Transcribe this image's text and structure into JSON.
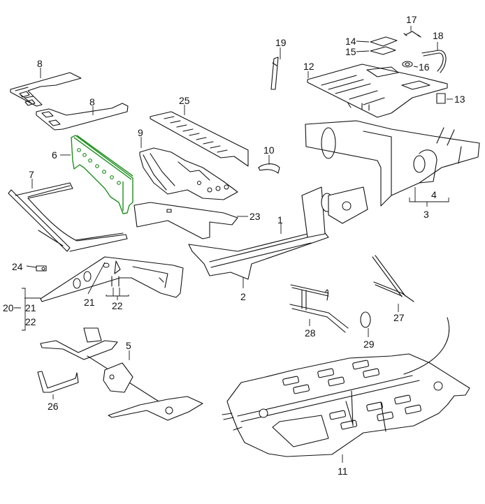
{
  "diagram": {
    "title": "Body floor and frame components — exploded view",
    "highlight_color": "#1f8f1f",
    "line_color": "#111111",
    "highlighted_part": "6",
    "callouts": [
      {
        "id": "p1",
        "number": "1"
      },
      {
        "id": "p2",
        "number": "2"
      },
      {
        "id": "p3",
        "number": "3"
      },
      {
        "id": "p4",
        "number": "4"
      },
      {
        "id": "p5",
        "number": "5"
      },
      {
        "id": "p6",
        "number": "6"
      },
      {
        "id": "p7",
        "number": "7"
      },
      {
        "id": "p8a",
        "number": "8"
      },
      {
        "id": "p8b",
        "number": "8"
      },
      {
        "id": "p9",
        "number": "9"
      },
      {
        "id": "p10",
        "number": "10"
      },
      {
        "id": "p11",
        "number": "11"
      },
      {
        "id": "p12",
        "number": "12"
      },
      {
        "id": "p13",
        "number": "13"
      },
      {
        "id": "p14",
        "number": "14"
      },
      {
        "id": "p15",
        "number": "15"
      },
      {
        "id": "p16",
        "number": "16"
      },
      {
        "id": "p17",
        "number": "17"
      },
      {
        "id": "p18",
        "number": "18"
      },
      {
        "id": "p19",
        "number": "19"
      },
      {
        "id": "p20",
        "number": "20"
      },
      {
        "id": "p21a",
        "number": "21"
      },
      {
        "id": "p21b",
        "number": "21"
      },
      {
        "id": "p22a",
        "number": "22"
      },
      {
        "id": "p22b",
        "number": "22"
      },
      {
        "id": "p23",
        "number": "23"
      },
      {
        "id": "p24",
        "number": "24"
      },
      {
        "id": "p25",
        "number": "25"
      },
      {
        "id": "p26",
        "number": "26"
      },
      {
        "id": "p27",
        "number": "27"
      },
      {
        "id": "p28",
        "number": "28"
      },
      {
        "id": "p29",
        "number": "29"
      }
    ]
  }
}
